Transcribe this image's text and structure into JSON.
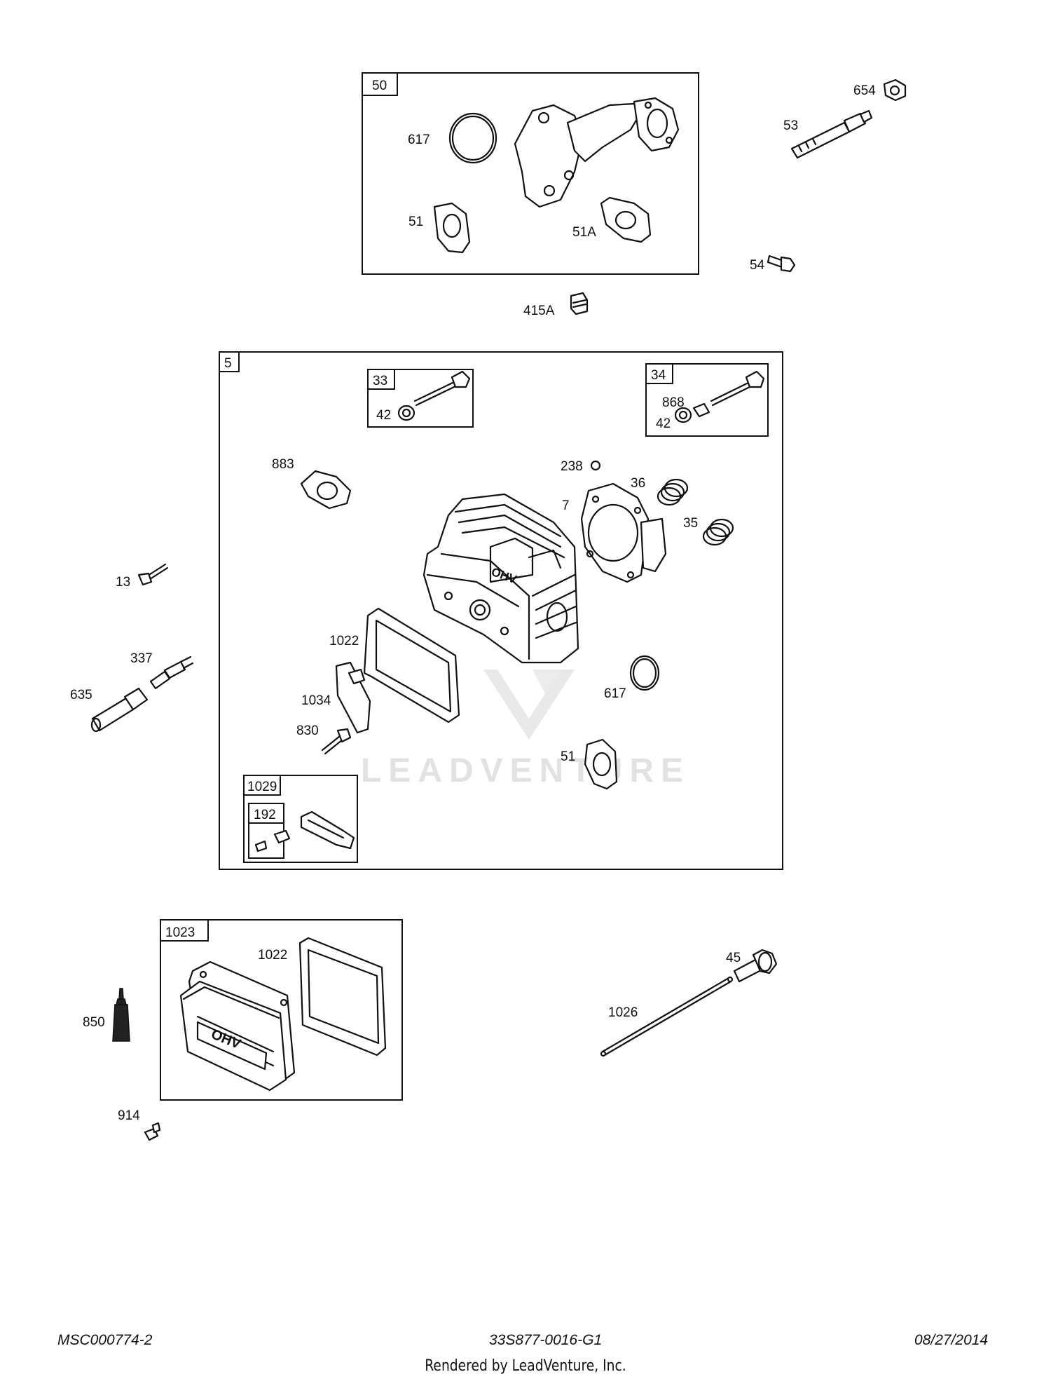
{
  "boxes": {
    "b50": "50",
    "b5": "5",
    "b33": "33",
    "b34": "34",
    "b1029": "1029",
    "b192": "192",
    "b1023": "1023"
  },
  "labels": {
    "l654": "654",
    "l53": "53",
    "l617a": "617",
    "l51a": "51",
    "l51A": "51A",
    "l54": "54",
    "l415A": "415A",
    "l42a": "42",
    "l868": "868",
    "l42b": "42",
    "l883": "883",
    "l238": "238",
    "l36": "36",
    "l7": "7",
    "l35": "35",
    "l13": "13",
    "l337": "337",
    "l635": "635",
    "l1022a": "1022",
    "l1034": "1034",
    "l617b": "617",
    "l830": "830",
    "l51b": "51",
    "l1022b": "1022",
    "l850": "850",
    "l914": "914",
    "l45": "45",
    "l1026": "1026"
  },
  "watermark": {
    "text": "LEADVENTURE"
  },
  "footer": {
    "left": "MSC000774-2",
    "center": "33S877-0016-G1",
    "right": "08/27/2014",
    "rendered_by": "Rendered by LeadVenture, Inc."
  }
}
